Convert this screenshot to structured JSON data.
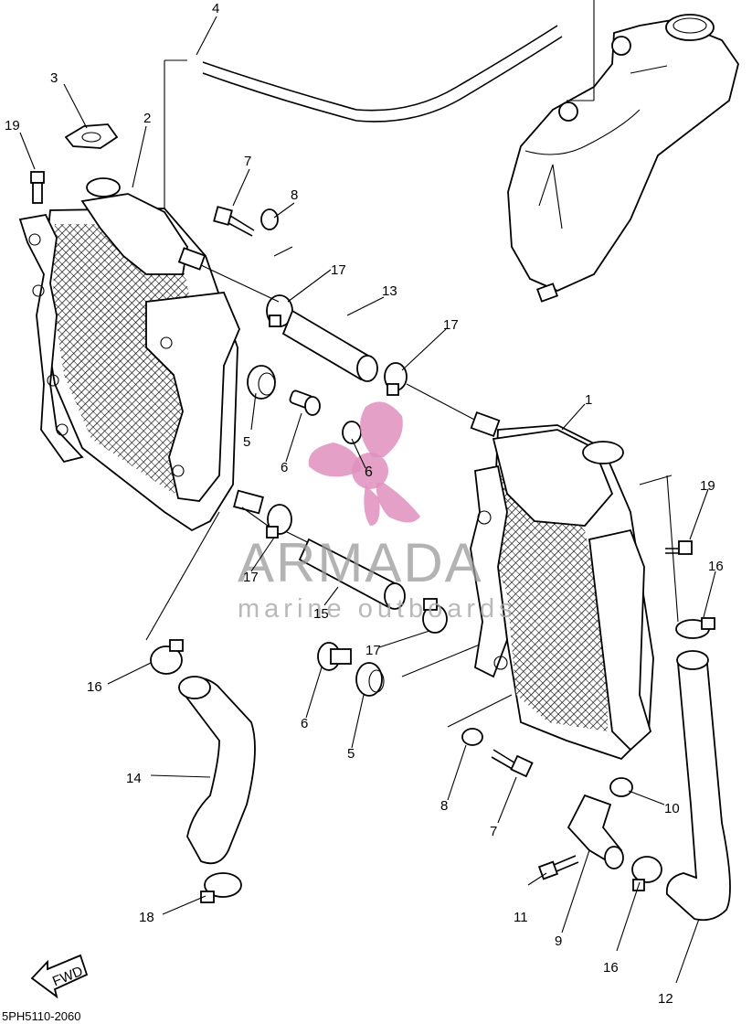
{
  "diagram_code": "5PH5110-2060",
  "fwd_label": "FWD",
  "watermark": {
    "brand": "ARMADA",
    "tagline": "marine outboards",
    "color": "#e08fbd"
  },
  "callouts": [
    {
      "id": "c4a",
      "label": "4"
    },
    {
      "id": "c3",
      "label": "3"
    },
    {
      "id": "c19a",
      "label": "19"
    },
    {
      "id": "c2",
      "label": "2"
    },
    {
      "id": "c7a",
      "label": "7"
    },
    {
      "id": "c8a",
      "label": "8"
    },
    {
      "id": "c17a",
      "label": "17"
    },
    {
      "id": "c13",
      "label": "13"
    },
    {
      "id": "c17b",
      "label": "17"
    },
    {
      "id": "c5a",
      "label": "5"
    },
    {
      "id": "c6a",
      "label": "6"
    },
    {
      "id": "c6b",
      "label": "6"
    },
    {
      "id": "c1",
      "label": "1"
    },
    {
      "id": "c19b",
      "label": "19"
    },
    {
      "id": "c16a",
      "label": "16"
    },
    {
      "id": "c17c",
      "label": "17"
    },
    {
      "id": "c15",
      "label": "15"
    },
    {
      "id": "c17d",
      "label": "17"
    },
    {
      "id": "c16b",
      "label": "16"
    },
    {
      "id": "c6c",
      "label": "6"
    },
    {
      "id": "c5b",
      "label": "5"
    },
    {
      "id": "c14",
      "label": "14"
    },
    {
      "id": "c8b",
      "label": "8"
    },
    {
      "id": "c7b",
      "label": "7"
    },
    {
      "id": "c10",
      "label": "10"
    },
    {
      "id": "c11",
      "label": "11"
    },
    {
      "id": "c9",
      "label": "9"
    },
    {
      "id": "c16c",
      "label": "16"
    },
    {
      "id": "c18",
      "label": "18"
    },
    {
      "id": "c12",
      "label": "12"
    }
  ]
}
